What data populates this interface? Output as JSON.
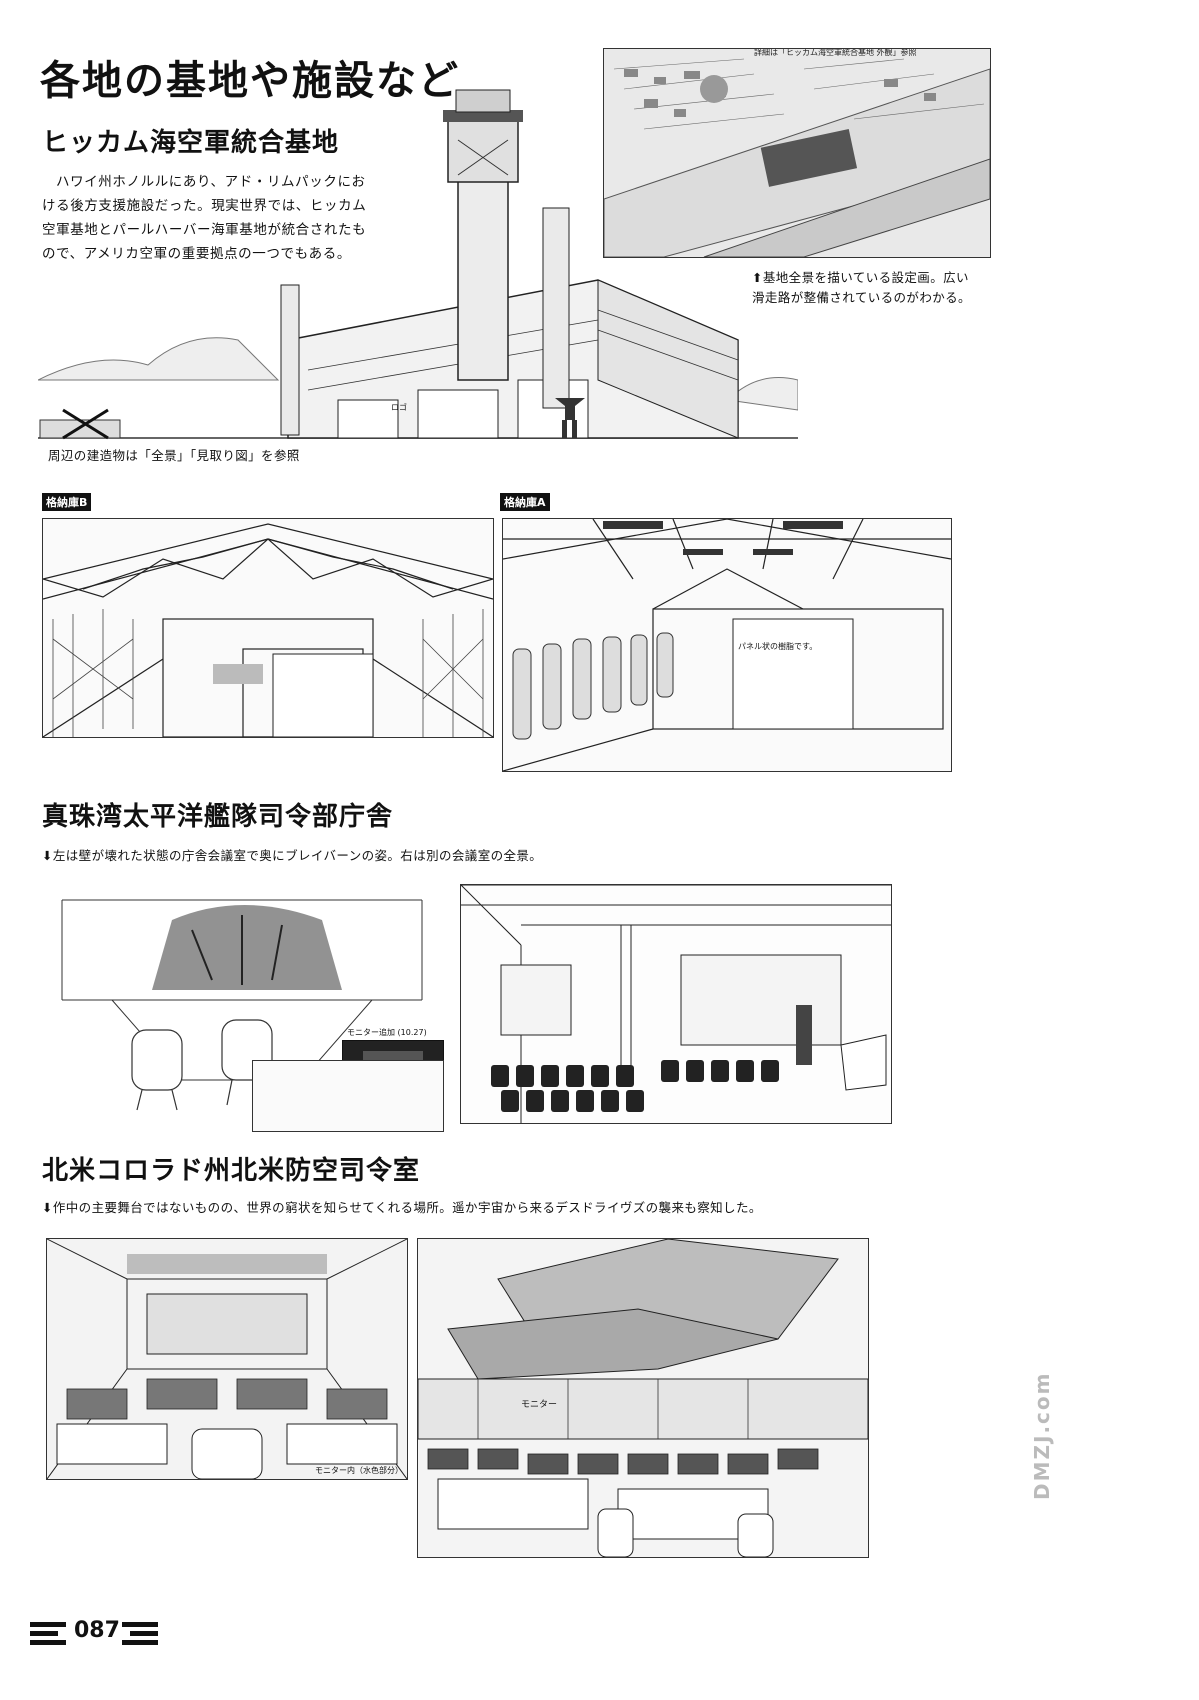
{
  "page_title": "各地の基地や施設など",
  "sections": {
    "hickam": {
      "title": "ヒッカム海空軍統合基地",
      "body": "ハワイ州ホノルルにあり、アド・リムパックにおける後方支援施設だった。現実世界では、ヒッカム空軍基地とパールハーバー海軍基地が統合されたもので、アメリカ空軍の重要拠点の一つでもある。",
      "aerial_note": "詳細は「ヒッカム海空軍統合基地 外観」参照",
      "aerial_caption_line1": "基地全景を描いている設定画。広い",
      "aerial_caption_line2": "滑走路が整備されているのがわかる。",
      "building_caption": "周辺の建造物は「全景」「見取り図」を参照",
      "building_label": "ロゴ",
      "hangar_b_label": "格納庫B",
      "hangar_a_label": "格納庫A",
      "hangar_a_note": "パネル状の樹脂です。"
    },
    "pearl": {
      "title": "真珠湾太平洋艦隊司令部庁舎",
      "caption": "左は壁が壊れた状態の庁舎会議室で奥にブレイバーンの姿。右は別の会議室の全景。",
      "monitor_note": "モニター追加 (10.27)"
    },
    "norad": {
      "title": "北米コロラド州北米防空司令室",
      "caption": "作中の主要舞台ではないものの、世界の窮状を知らせてくれる場所。遥か宇宙から来るデスドライヴズの襲来も察知した。",
      "left_note": "モニター内（水色部分）",
      "monitor_label": "モニター"
    }
  },
  "footer": {
    "page_number": "087"
  },
  "watermark": "DMZJ.com",
  "icons": {
    "up": "arrow-up-icon",
    "down": "arrow-down-icon"
  }
}
